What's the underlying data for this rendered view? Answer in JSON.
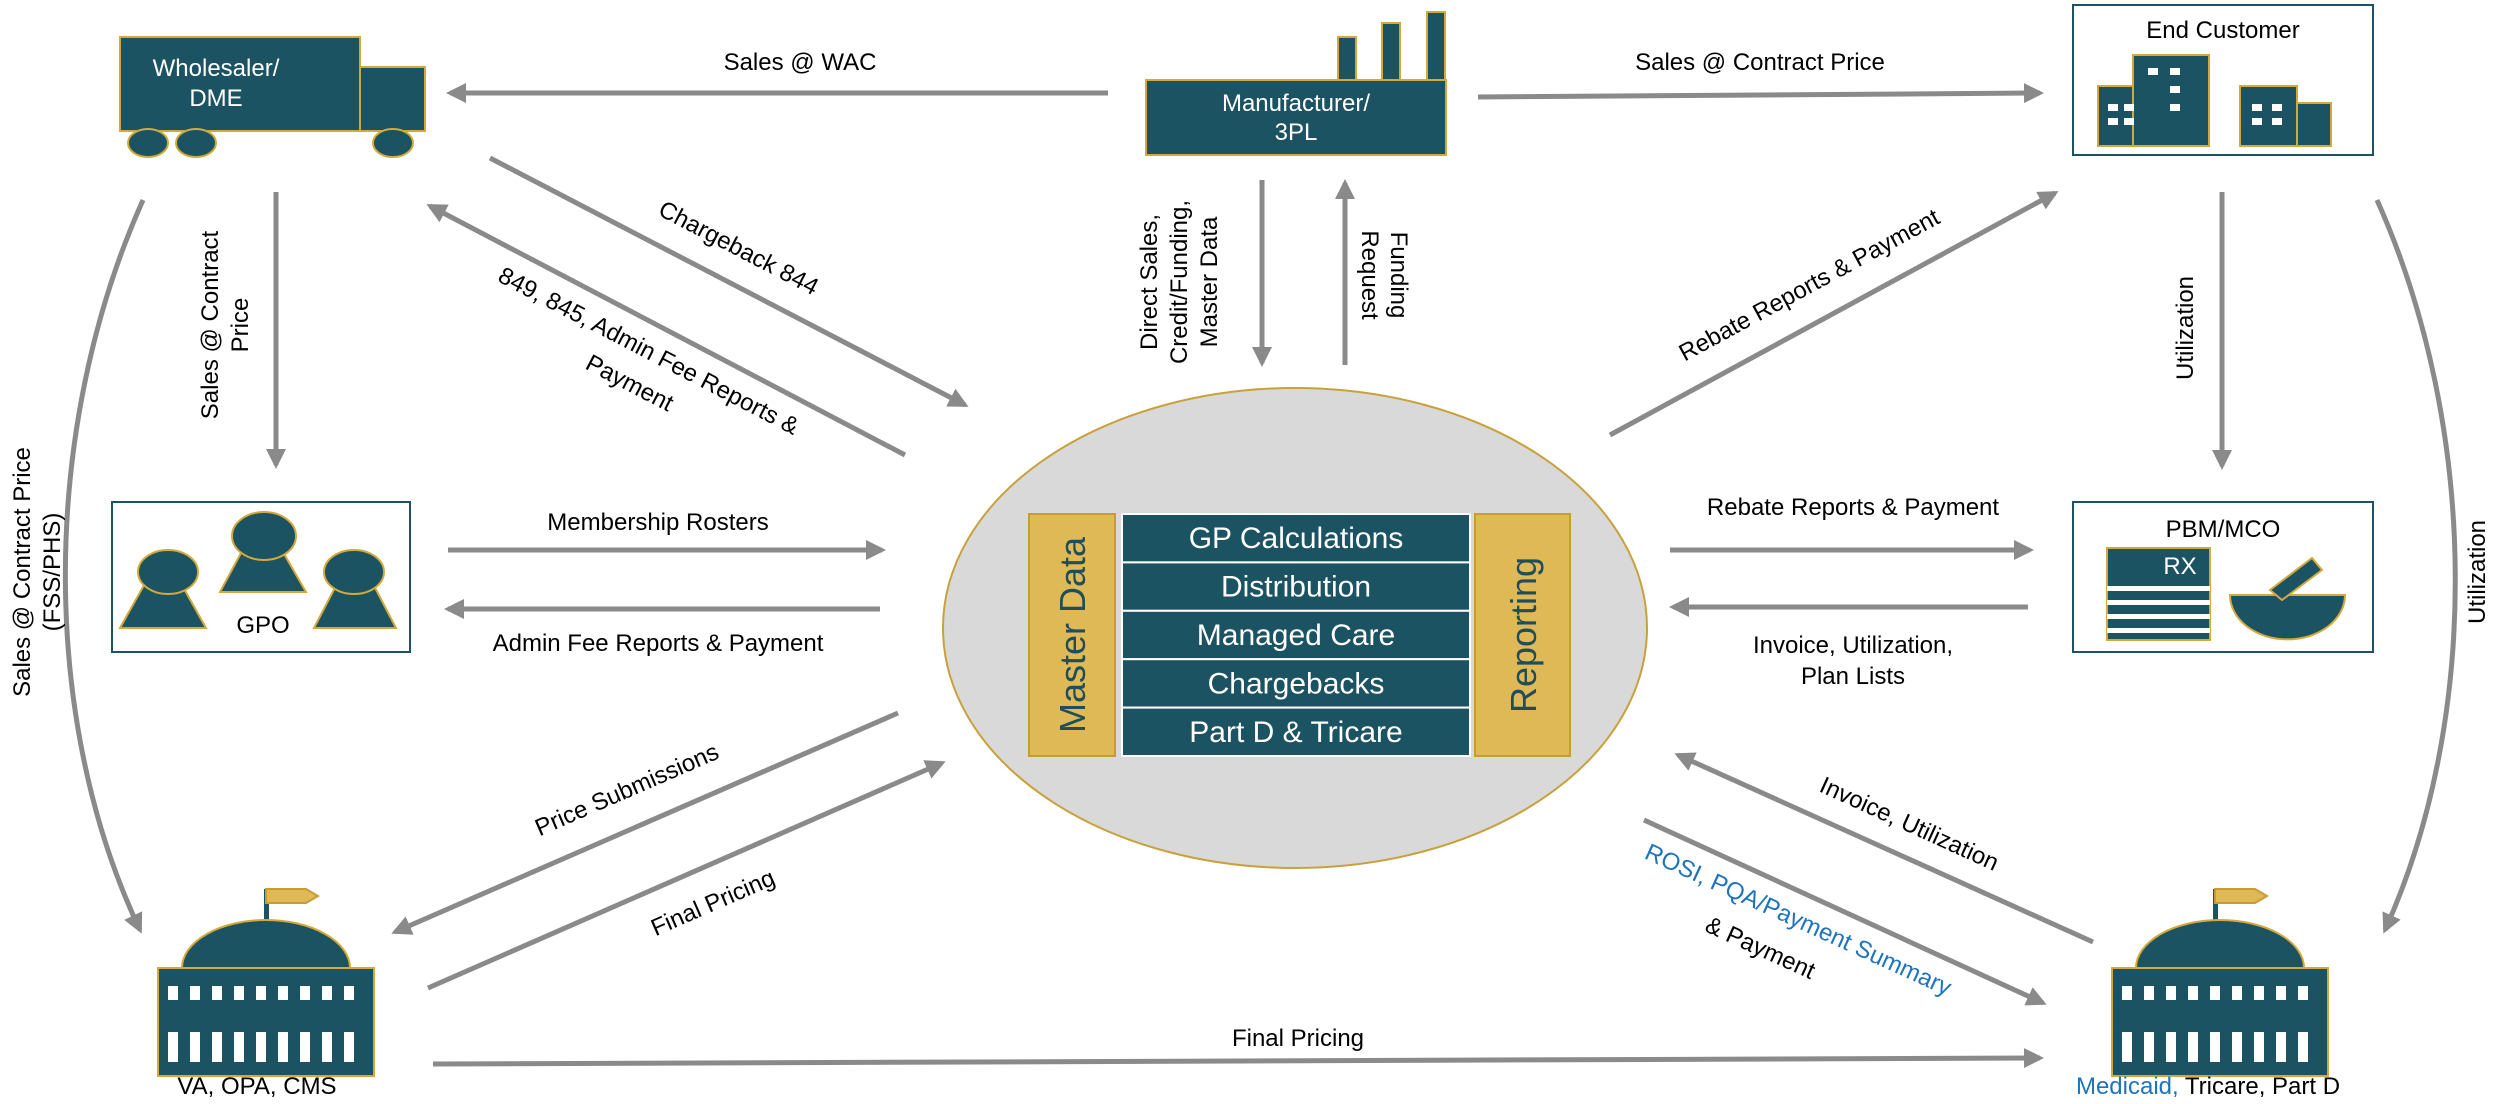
{
  "colors": {
    "teal": "#1c5362",
    "gold": "#d4a93a",
    "gold_fill": "#e0b957",
    "arrow": "#8a8a8a",
    "ellipse": "#d9d9d9",
    "blue_text": "#1e73be"
  },
  "nodes": {
    "wholesaler": {
      "line1": "Wholesaler/",
      "line2": "DME",
      "icon": "truck-icon"
    },
    "manufacturer": {
      "line1": "Manufacturer/",
      "line2": "3PL",
      "icon": "factory-icon"
    },
    "end_customer": {
      "label": "End Customer",
      "icon": "buildings-icon"
    },
    "gpo": {
      "label": "GPO",
      "icon": "people-icon"
    },
    "pbm": {
      "label": "PBM/MCO",
      "rx": "RX",
      "icon": "prescription-icon"
    },
    "va": {
      "label": "VA, OPA, CMS",
      "icon": "government-building-icon"
    },
    "medicaid": {
      "label_blue": "Medicaid,",
      "label_rest": "Tricare,  Part D",
      "icon": "government-building-icon"
    }
  },
  "core": {
    "left_label": "Master Data",
    "right_label": "Reporting",
    "modules": [
      "GP Calculations",
      "Distribution",
      "Managed Care",
      "Chargebacks",
      "Part D & Tricare"
    ]
  },
  "flows": {
    "sales_wac": "Sales @ WAC",
    "sales_contract_top": "Sales @ Contract Price",
    "sales_contract_left_1": "Sales @ Contract",
    "sales_contract_left_2": "Price",
    "chargeback": "Chargeback  844",
    "admin_fee_1": "849, 845,  Admin Fee Reports &",
    "admin_fee_2": "Payment",
    "direct_sales_1": "Direct Sales,",
    "direct_sales_2": "Credit/Funding,",
    "direct_sales_3": "Master Data",
    "funding_1": "Funding",
    "funding_2": "Request",
    "rebate_diag": "Rebate Reports & Payment",
    "utilization_right": "Utilization",
    "utilization_far": "Utilization",
    "far_left_1": "Sales @ Contract Price",
    "far_left_2": "(FSS/PHS)",
    "membership": "Membership Rosters",
    "admin_fee_gpo": "Admin Fee Reports & Payment",
    "rebate_pbm": "Rebate Reports  &  Payment",
    "invoice_pbm_1": "Invoice,  Utilization,",
    "invoice_pbm_2": "Plan Lists",
    "price_submissions": "Price Submissions",
    "final_pricing_diag": "Final Pricing",
    "invoice_medicaid": "Invoice,  Utilization",
    "rosi_blue": "ROSI,  PQA/Payment Summary",
    "rosi_black": "& Payment",
    "final_pricing_bottom": "Final Pricing"
  }
}
